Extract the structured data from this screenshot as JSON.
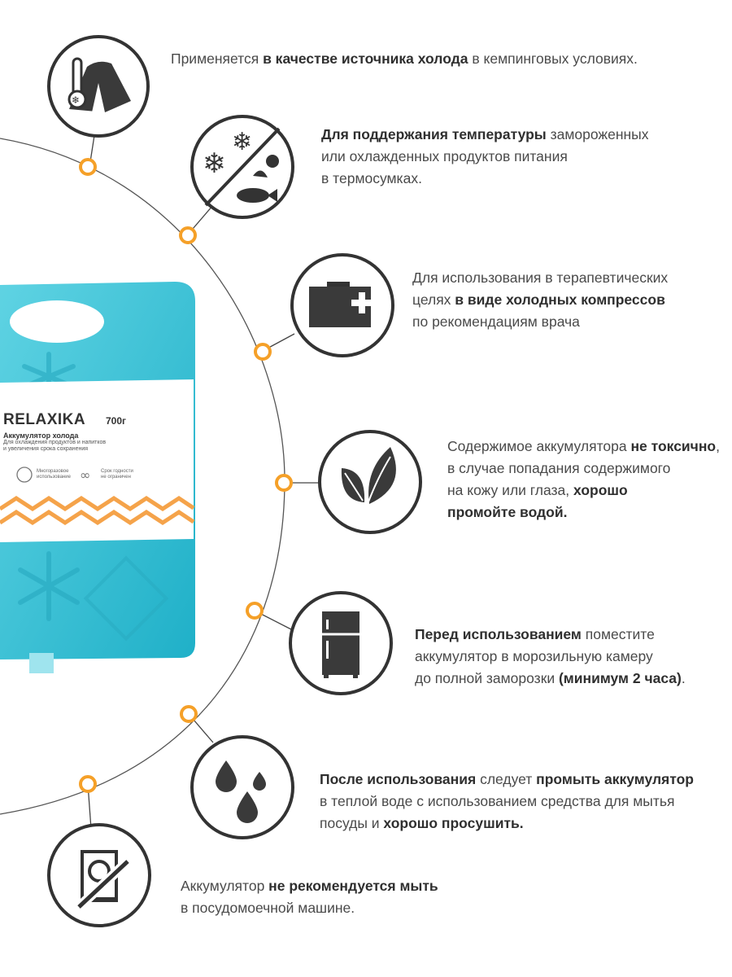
{
  "colors": {
    "accent": "#f5a028",
    "icon_dark": "#3a3a3a",
    "pack_blue": "#3fc2d6",
    "pack_blue_dark": "#1ea9c0",
    "zigzag": "#f5a34a"
  },
  "product": {
    "brand": "RELAXIKA",
    "weight": "700г",
    "title": "Аккумулятор холода",
    "desc_line1": "Для охлаждения продуктов и напитков",
    "desc_line2": "и увеличения срока сохранения",
    "feature1_line1": "Многоразовое",
    "feature1_line2": "использование",
    "feature2_line1": "Срок годности",
    "feature2_line2": "не ограничен"
  },
  "items": [
    {
      "icon": "tent-thermometer-icon",
      "lines": [
        [
          {
            "t": "Применяется "
          },
          {
            "t": "в качестве источника холода",
            "b": true
          },
          {
            "t": " в кемпинговых условиях."
          }
        ]
      ]
    },
    {
      "icon": "frozen-food-icon",
      "lines": [
        [
          {
            "t": "Для поддержания температуры",
            "b": true
          },
          {
            "t": " замороженных"
          }
        ],
        [
          {
            "t": "или охлажденных продуктов питания"
          }
        ],
        [
          {
            "t": "в термосумках."
          }
        ]
      ]
    },
    {
      "icon": "first-aid-kit-icon",
      "lines": [
        [
          {
            "t": "Для использования в терапевтических"
          }
        ],
        [
          {
            "t": "целях "
          },
          {
            "t": "в виде холодных компрессов",
            "b": true
          }
        ],
        [
          {
            "t": " по рекомендациям врача"
          }
        ]
      ]
    },
    {
      "icon": "leaves-icon",
      "lines": [
        [
          {
            "t": "Содержимое аккумулятора "
          },
          {
            "t": "не токсично",
            "b": true
          },
          {
            "t": ","
          }
        ],
        [
          {
            "t": "в случае попадания содержимого"
          }
        ],
        [
          {
            "t": "на кожу или глаза, "
          },
          {
            "t": "хорошо",
            "b": true
          }
        ],
        [
          {
            "t": "промойте водой.",
            "b": true
          }
        ]
      ]
    },
    {
      "icon": "refrigerator-icon",
      "lines": [
        [
          {
            "t": "Перед использованием",
            "b": true
          },
          {
            "t": " поместите"
          }
        ],
        [
          {
            "t": "аккумулятор в морозильную камеру"
          }
        ],
        [
          {
            "t": "до полной заморозки "
          },
          {
            "t": "(минимум 2 часа)",
            "b": true
          },
          {
            "t": "."
          }
        ]
      ]
    },
    {
      "icon": "water-drops-icon",
      "lines": [
        [
          {
            "t": "После использования",
            "b": true
          },
          {
            "t": " следует "
          },
          {
            "t": "промыть аккумулятор",
            "b": true
          }
        ],
        [
          {
            "t": "в теплой воде с использованием средства для мытья"
          }
        ],
        [
          {
            "t": "посуды и "
          },
          {
            "t": "хорошо просушить.",
            "b": true
          }
        ]
      ]
    },
    {
      "icon": "no-dishwasher-icon",
      "lines": [
        [
          {
            "t": "Аккумулятор "
          },
          {
            "t": "не рекомендуется мыть",
            "b": true
          }
        ],
        [
          {
            "t": "в посудомоечной машине."
          }
        ]
      ]
    }
  ]
}
